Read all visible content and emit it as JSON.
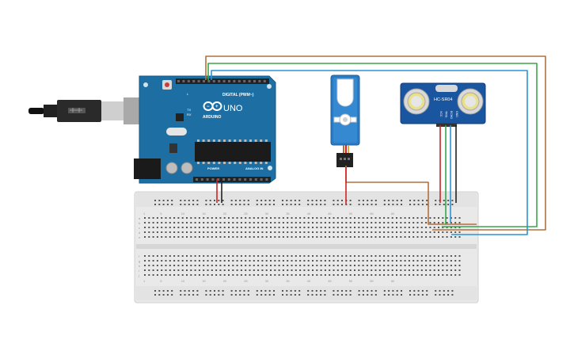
{
  "arduino": {
    "brand": "ARDUINO",
    "model": "UNO",
    "digital_label": "DIGITAL (PWM~)",
    "power_label": "POWER",
    "analog_label": "ANALOG IN",
    "tx_label": "TX",
    "rx_label": "RX",
    "l_label": "L"
  },
  "sensor": {
    "model": "HC-SR04",
    "pins": [
      "VCC",
      "TRIG",
      "ECHO",
      "GND"
    ]
  },
  "breadboard": {
    "col_numbers": [
      "1",
      "5",
      "10",
      "15",
      "20",
      "25",
      "30",
      "35",
      "40",
      "45",
      "50",
      "55",
      "60"
    ],
    "row_letters_top": [
      "a",
      "b",
      "c",
      "d",
      "e"
    ],
    "row_letters_bottom": [
      "f",
      "g",
      "h",
      "i",
      "j"
    ]
  },
  "colors": {
    "arduino_board": "#1d6fa3",
    "sensor_board": "#1a55a0",
    "servo_body": "#2b7bc4",
    "breadboard": "#e8e8e8",
    "wire_brown": "#b0713f",
    "wire_green": "#3aa64a",
    "wire_blue": "#2a94d6",
    "wire_red": "#d42020",
    "wire_black": "#222222"
  }
}
